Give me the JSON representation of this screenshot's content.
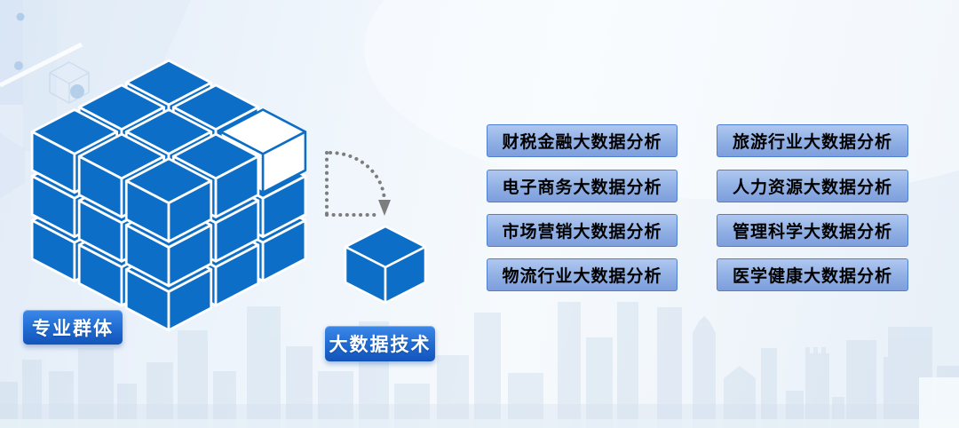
{
  "diagram": {
    "cube_group_label": "专业群体",
    "extracted_cube_label": "大数据技术",
    "cube_structure": "3x3x3",
    "extracted_slot": "top-right",
    "majors": [
      "财税金融大数据分析",
      "旅游行业大数据分析",
      "电子商务大数据分析",
      "人力资源大数据分析",
      "市场营销大数据分析",
      "管理科学大数据分析",
      "物流行业大数据分析",
      "医学健康大数据分析"
    ]
  },
  "icons": {
    "arrow": "dotted-arc-arrow"
  },
  "colors": {
    "cube_blue": "#0c6ec6",
    "cube_edge": "#ffffff",
    "extracted_slot_fill": "#ffffff",
    "pill_gradient_top": "#3d89e8",
    "pill_gradient_bottom": "#1254ba",
    "major_fill_top": "#b0c8f0",
    "major_fill_bottom": "#7e9edd",
    "major_border": "#4f7fd0",
    "major_text": "#000000",
    "arrow_gray": "#7d7d7d",
    "background": "#edf4fb"
  }
}
